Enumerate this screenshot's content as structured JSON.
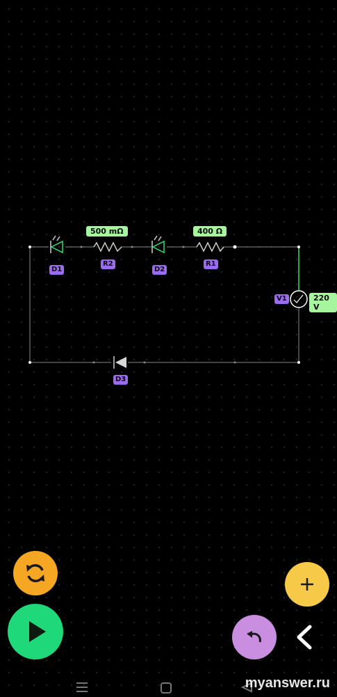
{
  "components": {
    "D1": {
      "label": "D1"
    },
    "R2": {
      "label": "R2",
      "value": "500 mΩ"
    },
    "D2": {
      "label": "D2"
    },
    "R1": {
      "label": "R1",
      "value": "400 Ω"
    },
    "V1": {
      "label": "V1",
      "value": "220 V"
    },
    "D3": {
      "label": "D3"
    }
  },
  "fabs": {
    "reload": {
      "icon": "refresh-icon",
      "color": "#f5a623"
    },
    "play": {
      "icon": "play-icon",
      "color": "#1fd87a"
    },
    "add": {
      "icon": "plus-icon",
      "color": "#f7c948"
    },
    "undo": {
      "icon": "undo-icon",
      "color": "#c98ee0"
    },
    "back": {
      "icon": "chevron-left-icon"
    }
  },
  "navbar": {
    "items": [
      "menu-icon",
      "home-square-icon",
      "back-triangle-icon"
    ]
  },
  "watermark": "myanswer.ru"
}
